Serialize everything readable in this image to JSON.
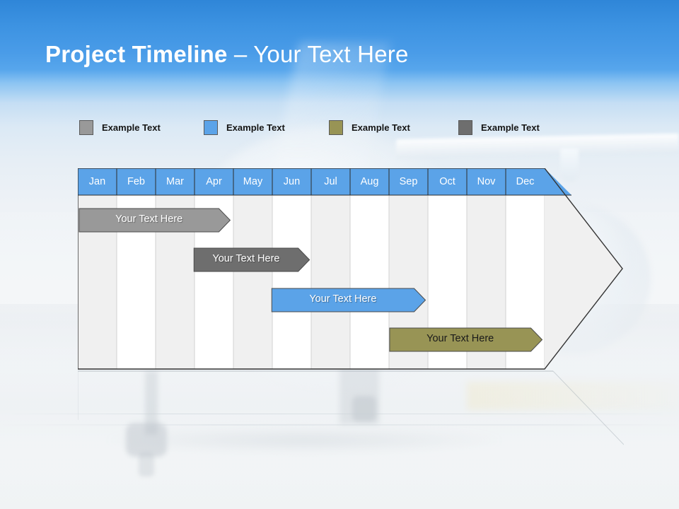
{
  "slide": {
    "title_bold": "Project Timeline",
    "title_separator": " – ",
    "title_light": "Your Text Here",
    "background_top_color": "#2f86d8",
    "background_bottom_color": "#eef2f5"
  },
  "legend": {
    "items": [
      {
        "label": "Example Text",
        "color": "#999999",
        "x": 2
      },
      {
        "label": "Example Text",
        "color": "#5ba3e8",
        "x": 178
      },
      {
        "label": "Example Text",
        "color": "#989455",
        "x": 355
      },
      {
        "label": "Example Text",
        "color": "#6e6e6e",
        "x": 538
      }
    ]
  },
  "chart_data": {
    "type": "bar",
    "title": "Project Timeline – Your Text Here",
    "xlabel": "",
    "ylabel": "",
    "orientation": "horizontal",
    "grid": true,
    "legend_position": "top",
    "categories": [
      "Jan",
      "Feb",
      "Mar",
      "Apr",
      "May",
      "Jun",
      "Jul",
      "Aug",
      "Sep",
      "Oct",
      "Nov",
      "Dec"
    ],
    "header_fill": "#5ba3e8",
    "header_text_color": "#ffffff",
    "column_fill_odd": "#f0f0f0",
    "column_fill_even": "#ffffff",
    "outline_color": "#333333",
    "series": [
      {
        "name": "Example Text",
        "label": "Your  Text Here",
        "color": "#999999",
        "text_color": "#ffffff",
        "start_month": "Jan",
        "end_month": "Apr",
        "start_index": 0,
        "end_index": 3.88,
        "row": 1
      },
      {
        "name": "Example Text",
        "label": "Your  Text Here",
        "color": "#6e6e6e",
        "text_color": "#ffffff",
        "start_month": "Apr",
        "end_month": "Jun",
        "start_index": 2.95,
        "end_index": 5.92,
        "row": 2
      },
      {
        "name": "Example Text",
        "label": "Your  Text Here",
        "color": "#5ba3e8",
        "text_color": "#ffffff",
        "start_month": "Jun",
        "end_month": "Sep",
        "start_index": 4.95,
        "end_index": 8.9,
        "row": 3
      },
      {
        "name": "Example Text",
        "label": "Your  Text Here",
        "color": "#989455",
        "text_color": "#1a1a1a",
        "start_month": "Sep",
        "end_month": "Nov",
        "start_index": 7.98,
        "end_index": 11.9,
        "row": 4
      }
    ]
  }
}
